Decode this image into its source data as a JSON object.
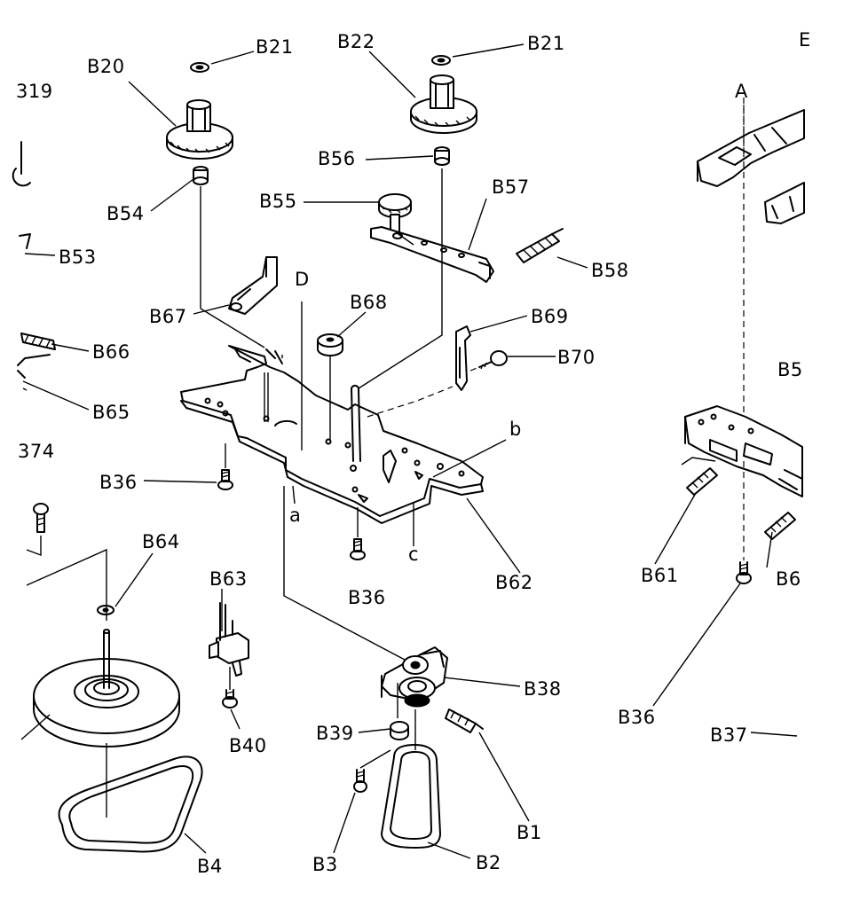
{
  "callouts": {
    "b20": "B20",
    "b21_left": "B21",
    "b22": "B22",
    "b21_right": "B21",
    "b19": "319",
    "b54": "B54",
    "b53": "B53",
    "b56": "B56",
    "b55": "B55",
    "b57": "B57",
    "b58": "B58",
    "b67": "B67",
    "d": "D",
    "b68": "B68",
    "b69": "B69",
    "b70": "B70",
    "b66": "B66",
    "b65": "B65",
    "b36_left": "B36",
    "b374": "374",
    "b": "b",
    "a": "a",
    "c": "c",
    "b36_center": "B36",
    "b62": "B62",
    "b64": "B64",
    "b63": "B63",
    "b40": "B40",
    "b38": "B38",
    "b39": "B39",
    "b1": "B1",
    "b3": "B3",
    "b2": "B2",
    "b4": "B4",
    "a_top": "A",
    "b5_partial": "B5",
    "b61": "B61",
    "b6_partial": "B6",
    "b36_right": "B36",
    "b37": "B37",
    "e_partial": "E"
  }
}
